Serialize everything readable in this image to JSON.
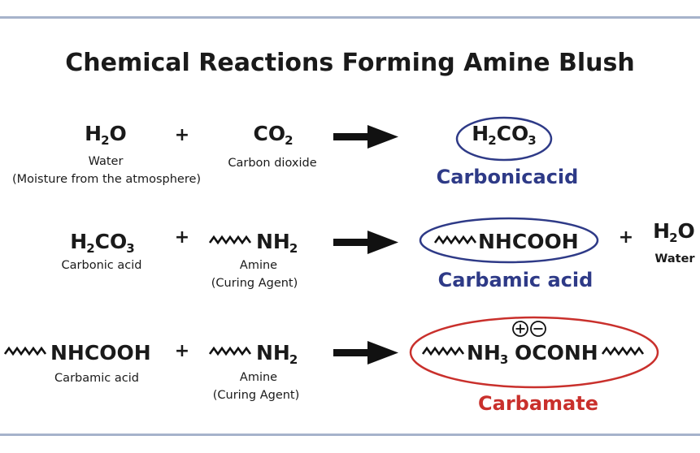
{
  "title": "Chemical Reactions Forming Amine Blush",
  "colors": {
    "accent_blue": "#2e3a87",
    "accent_red": "#c9302c",
    "rule": "#a6b3cb"
  },
  "reaction1": {
    "reactant1": {
      "formula": "H",
      "sub": "2",
      "rest": "O",
      "label": "Water",
      "sublabel": "(Moisture from the atmosphere)"
    },
    "plus": "+",
    "reactant2": {
      "formula": "CO",
      "sub": "2",
      "label": "Carbon dioxide"
    },
    "product": {
      "f1": "H",
      "s1": "2",
      "f2": "CO",
      "s2": "3",
      "name": "Carbonicacid"
    }
  },
  "reaction2": {
    "reactant1": {
      "f1": "H",
      "s1": "2",
      "f2": "CO",
      "s2": "3",
      "label": "Carbonic acid"
    },
    "plus": "+",
    "reactant2": {
      "formula": "NH",
      "sub": "2",
      "label": "Amine",
      "sublabel": "(Curing Agent)"
    },
    "product": {
      "formula": "NHCOOH",
      "name": "Carbamic acid"
    },
    "plus2": "+",
    "byproduct": {
      "formula": "H",
      "sub": "2",
      "rest": "O",
      "label": "Water"
    }
  },
  "reaction3": {
    "reactant1": {
      "formula": "NHCOOH",
      "label": "Carbamic acid"
    },
    "plus": "+",
    "reactant2": {
      "formula": "NH",
      "sub": "2",
      "label": "Amine",
      "sublabel": "(Curing Agent)"
    },
    "product": {
      "f1": "NH",
      "s1": "3",
      "f2": "OCONH",
      "name": "Carbamate"
    }
  }
}
